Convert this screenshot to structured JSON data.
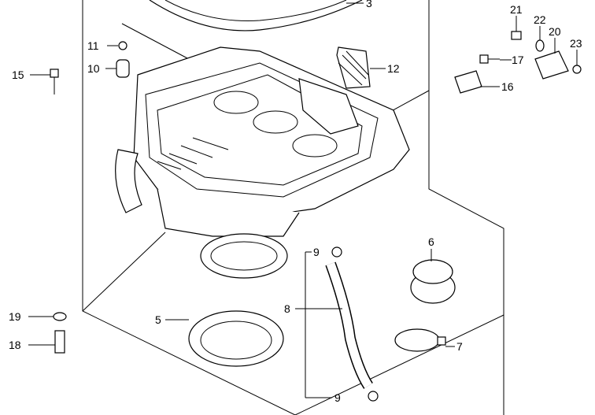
{
  "diagram": {
    "callouts": [
      {
        "id": "3",
        "label": "3"
      },
      {
        "id": "11",
        "label": "11"
      },
      {
        "id": "10",
        "label": "10"
      },
      {
        "id": "15",
        "label": "15"
      },
      {
        "id": "12",
        "label": "12"
      },
      {
        "id": "21",
        "label": "21"
      },
      {
        "id": "22",
        "label": "22"
      },
      {
        "id": "20",
        "label": "20"
      },
      {
        "id": "23",
        "label": "23"
      },
      {
        "id": "17",
        "label": "17"
      },
      {
        "id": "16",
        "label": "16"
      },
      {
        "id": "6",
        "label": "6"
      },
      {
        "id": "9a",
        "label": "9"
      },
      {
        "id": "8",
        "label": "8"
      },
      {
        "id": "19",
        "label": "19"
      },
      {
        "id": "5",
        "label": "5"
      },
      {
        "id": "18",
        "label": "18"
      },
      {
        "id": "7",
        "label": "7"
      },
      {
        "id": "9b",
        "label": "9"
      }
    ]
  }
}
